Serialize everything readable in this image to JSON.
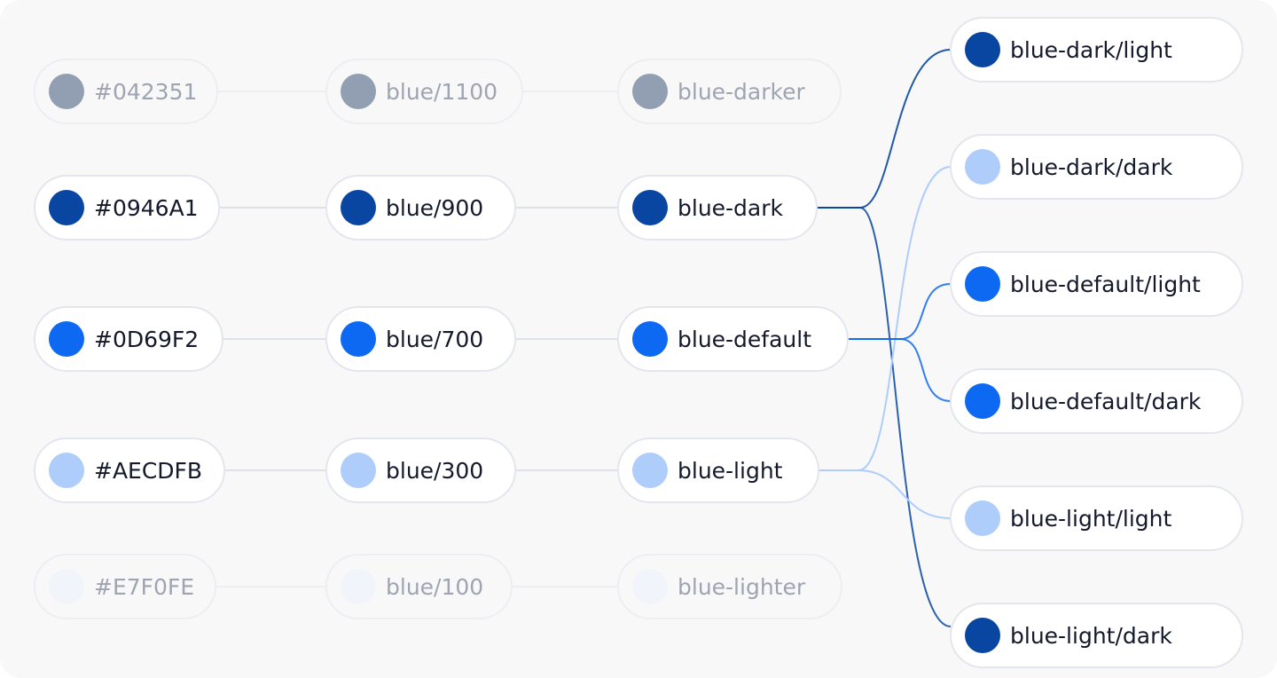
{
  "colors": {
    "blue_darker": "#042351",
    "blue_dark": "#0946A1",
    "blue_default": "#0D69F2",
    "blue_light": "#AECDFB",
    "blue_lighter": "#E7F0FE"
  },
  "rows": {
    "darker": {
      "hex": "#042351",
      "palette": "blue/1100",
      "token": "blue-darker"
    },
    "dark": {
      "hex": "#0946A1",
      "palette": "blue/900",
      "token": "blue-dark"
    },
    "default": {
      "hex": "#0D69F2",
      "palette": "blue/700",
      "token": "blue-default"
    },
    "light": {
      "hex": "#AECDFB",
      "palette": "blue/300",
      "token": "blue-light"
    },
    "lighter": {
      "hex": "#E7F0FE",
      "palette": "blue/100",
      "token": "blue-lighter"
    }
  },
  "themes": [
    {
      "label": "blue-dark/light",
      "source": "dark",
      "color": "#0946A1"
    },
    {
      "label": "blue-dark/dark",
      "source": "light",
      "color": "#AECDFB"
    },
    {
      "label": "blue-default/light",
      "source": "default",
      "color": "#0D69F2"
    },
    {
      "label": "blue-default/dark",
      "source": "default",
      "color": "#0D69F2"
    },
    {
      "label": "blue-light/light",
      "source": "light",
      "color": "#AECDFB"
    },
    {
      "label": "blue-light/dark",
      "source": "dark",
      "color": "#0946A1"
    }
  ]
}
